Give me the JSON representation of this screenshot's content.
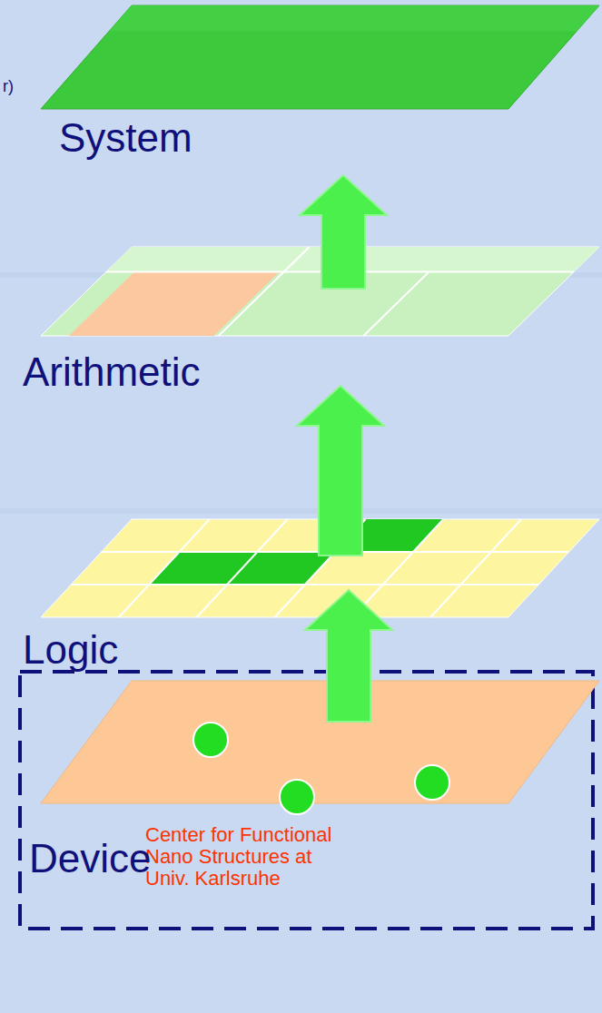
{
  "diagram": {
    "nodes": [
      {
        "text": [
          "System"
        ]
      },
      {
        "text": [
          "Arithmetic"
        ]
      },
      {
        "text": [
          "Logic"
        ]
      },
      {
        "text": [
          "Center for Functional Nano Structures at Univ. Karlsruhe"
        ]
      },
      {
        "text": [
          "Device"
        ],
        "in": 3
      }
    ],
    "edges": [
      {
        "from": 4,
        "to": 2,
        "arrow": "to"
      },
      {
        "from": 2,
        "to": 1,
        "arrow": "to"
      },
      {
        "from": 1,
        "to": 0,
        "arrow": "to"
      }
    ],
    "labels": [
      "r)"
    ]
  }
}
